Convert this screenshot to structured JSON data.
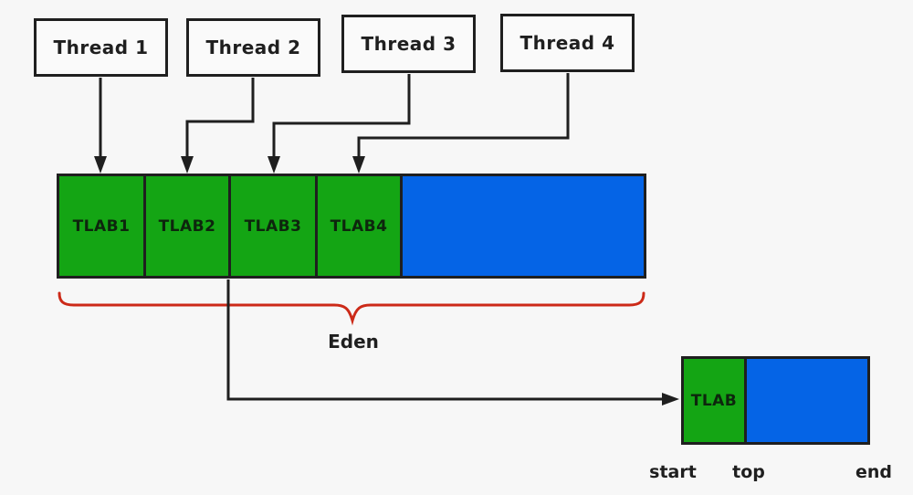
{
  "colors": {
    "bg": "#f7f7f7",
    "green": "#14a514",
    "blue": "#0564e6",
    "red": "#cc2a18",
    "line": "#1f1f1f",
    "box-bg": "#fafafa",
    "text": "#1f1f1f",
    "tlab-text": "#0d260d"
  },
  "threads": [
    {
      "label": "Thread 1"
    },
    {
      "label": "Thread 2"
    },
    {
      "label": "Thread 3"
    },
    {
      "label": "Thread 4"
    }
  ],
  "eden_bar": {
    "tlabs": [
      "TLAB1",
      "TLAB2",
      "TLAB3",
      "TLAB4"
    ]
  },
  "eden_label": "Eden",
  "tlab_detail": {
    "label": "TLAB",
    "pointers": [
      "start",
      "top",
      "end"
    ]
  }
}
